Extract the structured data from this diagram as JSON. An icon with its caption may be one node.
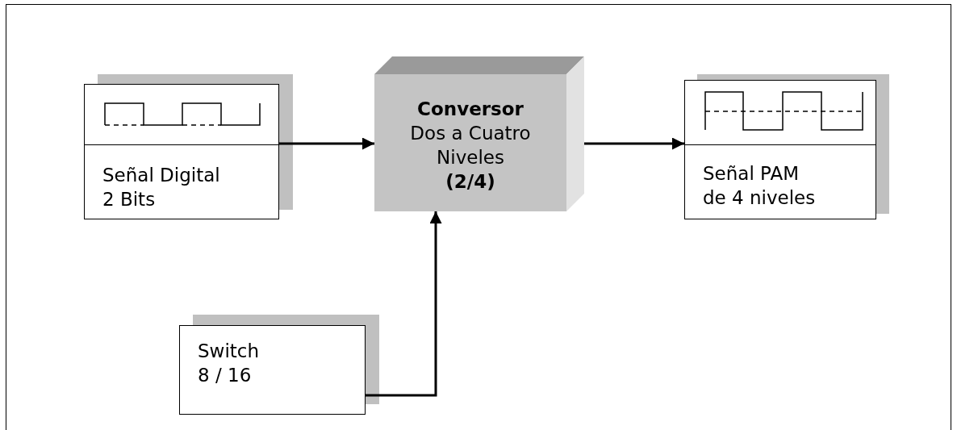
{
  "diagram": {
    "nodes": [
      {
        "text": [
          "Señal Digital 2 Bits"
        ]
      },
      {
        "text": [
          "Conversor",
          "Dos a Cuatro Niveles",
          "(2/4)"
        ]
      },
      {
        "text": [
          "Señal PAM de 4 niveles"
        ]
      },
      {
        "text": [
          "Switch 8 / 16"
        ]
      }
    ],
    "edges": [
      {
        "from": 0,
        "to": 1,
        "arrow": "to"
      },
      {
        "from": 1,
        "to": 2,
        "arrow": "to"
      },
      {
        "from": 3,
        "to": 1,
        "arrow": "to"
      }
    ]
  }
}
